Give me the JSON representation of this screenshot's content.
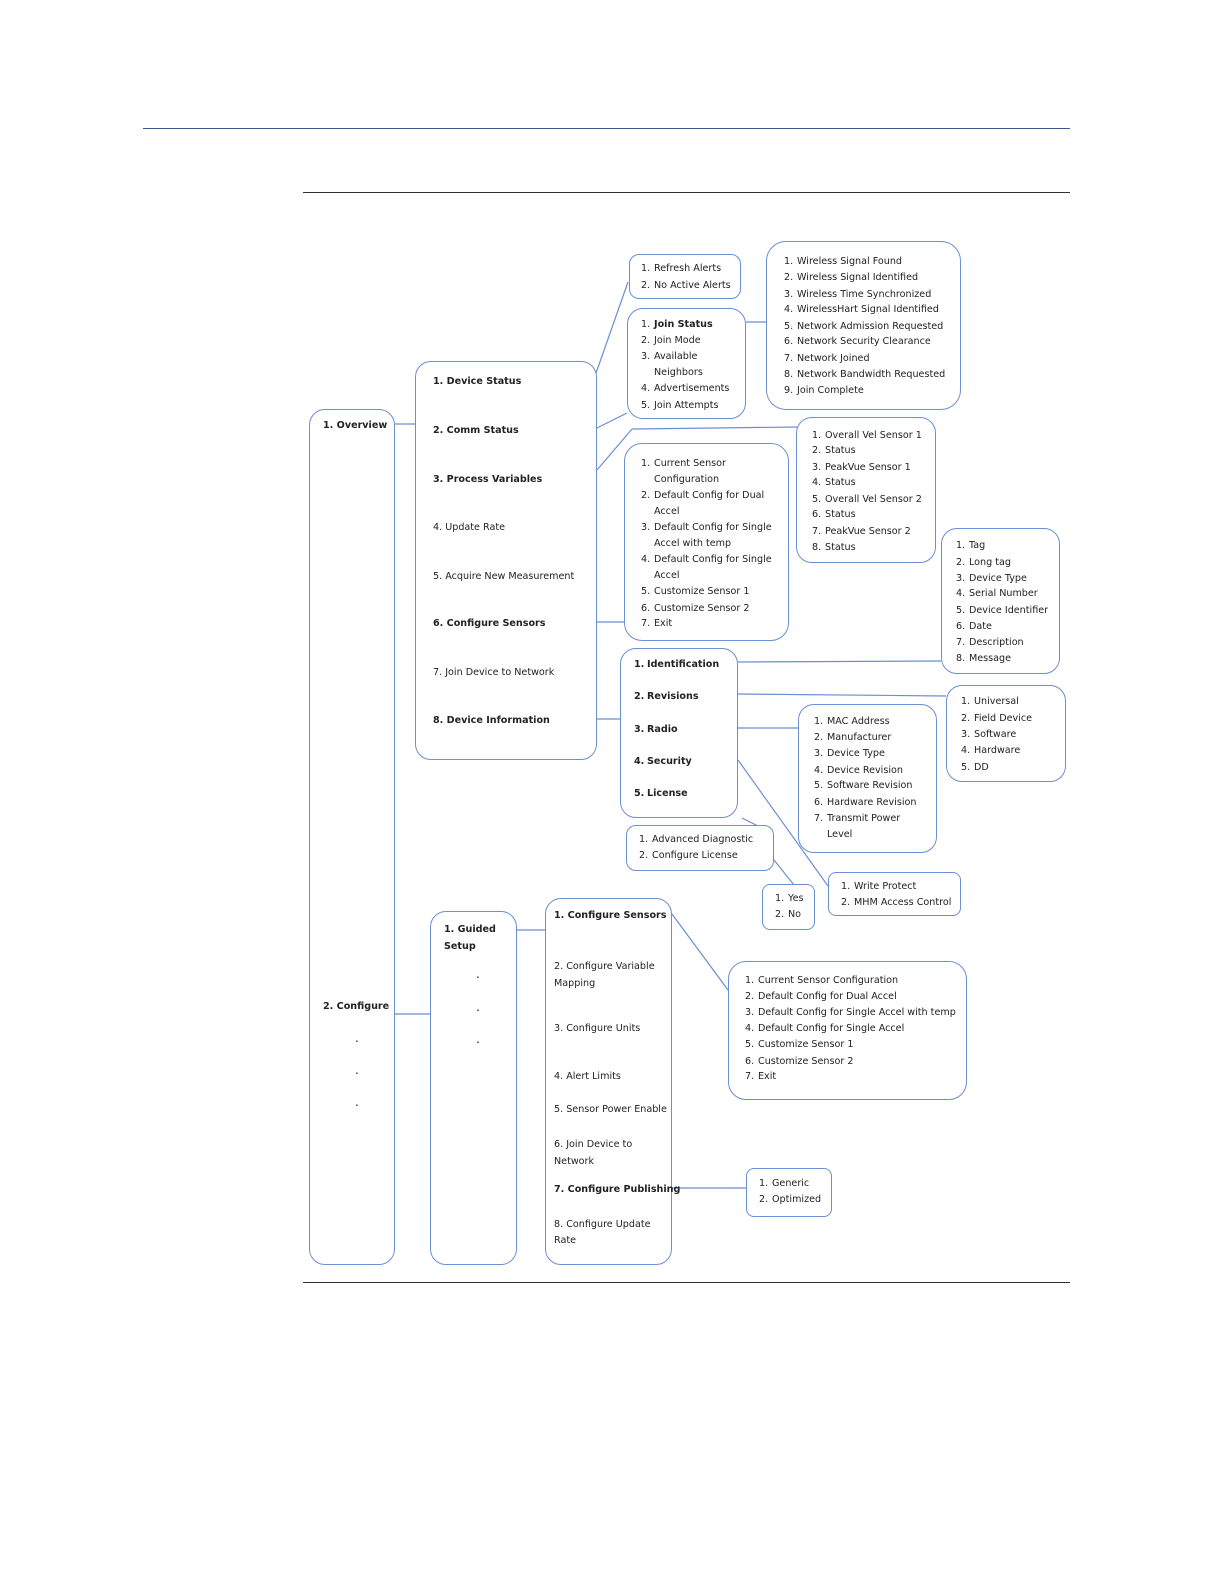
{
  "menu": {
    "root": {
      "overview": "1. Overview",
      "configure": "2. Configure",
      "dots": [
        ".",
        ".",
        "."
      ]
    },
    "overview_menu": [
      "1. Device Status",
      "2. Comm Status",
      "3. Process Variables",
      "4. Update Rate",
      "5. Acquire New Measurement",
      "6. Configure Sensors",
      "7. Join Device to Network",
      "8. Device Information"
    ],
    "alerts": [
      "Refresh Alerts",
      "No Active Alerts"
    ],
    "comm_status": [
      "Join Status",
      "Join Mode",
      "Available Neighbors",
      "Advertisements",
      "Join Attempts"
    ],
    "join_status": [
      "Wireless Signal Found",
      "Wireless Signal Identified",
      "Wireless Time Synchronized",
      "WirelessHart Signal Identified",
      "Network Admission Requested",
      "Network Security Clearance",
      "Network Joined",
      "Network Bandwidth Requested",
      "Join Complete"
    ],
    "process_variables": [
      "Overall Vel Sensor 1",
      "Status",
      "PeakVue Sensor 1",
      "Status",
      "Overall Vel Sensor 2",
      "Status",
      "PeakVue Sensor 2",
      "Status"
    ],
    "configure_sensors_overview": [
      "Current Sensor Configuration",
      "Default Config for Dual Accel",
      "Default Config for Single Accel with temp",
      "Default Config for Single Accel",
      "Customize Sensor 1",
      "Customize Sensor 2",
      "Exit"
    ],
    "device_information": [
      "Identification",
      "Revisions",
      "Radio",
      "Security",
      "License"
    ],
    "identification": [
      "Tag",
      "Long tag",
      "Device Type",
      "Serial Number",
      "Device Identifier",
      "Date",
      "Description",
      "Message"
    ],
    "revisions": [
      "Universal",
      "Field Device",
      "Software",
      "Hardware",
      "DD"
    ],
    "radio": [
      "MAC Address",
      "Manufacturer",
      "Device Type",
      "Device Revision",
      "Software Revision",
      "Hardware Revision",
      "Transmit Power Level"
    ],
    "license": [
      "Advanced Diagnostic",
      "Configure License"
    ],
    "yes_no": [
      "Yes",
      "No"
    ],
    "security": [
      "Write Protect",
      "MHM Access Control"
    ],
    "configure_menu": {
      "guided_setup": "1. Guided Setup",
      "dots": [
        ".",
        ".",
        "."
      ]
    },
    "guided_setup_menu": [
      "1. Configure Sensors",
      "2. Configure Variable Mapping",
      "3. Configure Units",
      "4. Alert Limits",
      "5. Sensor Power Enable",
      "6. Join Device to Network",
      "7. Configure Publishing",
      "8. Configure Update Rate"
    ],
    "configure_sensors_guided": [
      "Current Sensor Configuration",
      "Default Config for Dual Accel",
      "Default Config for Single Accel with temp",
      "Default Config for Single Accel",
      "Customize Sensor 1",
      "Customize Sensor 2",
      "Exit"
    ],
    "publishing": [
      "Generic",
      "Optimized"
    ]
  },
  "colors": {
    "box_border": "#6b8fd0",
    "connector": "#6b8fd0",
    "top_rule": "#3b5b8c"
  }
}
